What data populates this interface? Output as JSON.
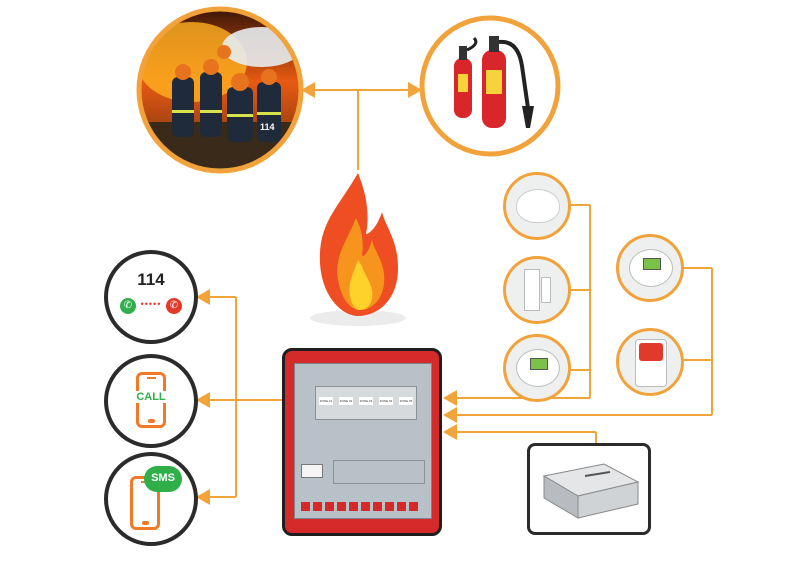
{
  "colors": {
    "connector": "#f0a43a",
    "panel_red": "#d42a2a",
    "panel_gray": "#b9c1c8",
    "circle_border_orange": "#f2a23a",
    "circle_border_dark": "#2b2b2b",
    "call_green": "#2fae4a",
    "sms_green": "#2fae4a",
    "phone_orange": "#ee7a2a"
  },
  "call_circle": {
    "number": "114",
    "dots": "•••••"
  },
  "phone_call": {
    "label": "CALL"
  },
  "phone_sms": {
    "label": "SMS"
  },
  "panel": {
    "zones": [
      "ZONE 01",
      "ZONE 02",
      "ZONE 03",
      "ZONE 04",
      "ZONE 05"
    ]
  },
  "truck_number": "114",
  "icons": {
    "firefighters": "firefighters-photo",
    "extinguishers": "fire-extinguishers",
    "flame": "flame-icon",
    "smoke_detector": "smoke-detector",
    "door_sensor": "door-sensor",
    "heat_detector": "heat-detector",
    "siren": "strobe-siren",
    "gas_detector": "gas-detector",
    "dialer": "gsm-dialer-box"
  }
}
